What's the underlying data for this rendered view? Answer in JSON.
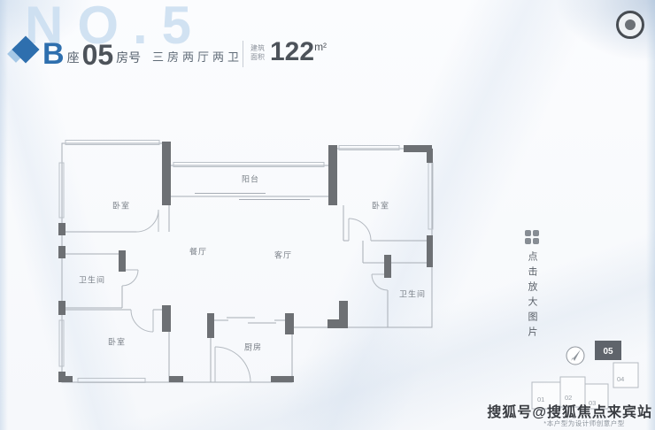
{
  "page": {
    "watermark_text": "NO.5",
    "sohu_watermark": "搜狐号@搜狐焦点来宾站"
  },
  "header": {
    "building_letter": "B",
    "building_suffix": "座",
    "unit_number": "05",
    "unit_suffix": "房号",
    "layout_desc": "三房两厅两卫",
    "area_label": "建筑面积",
    "area_value": "122",
    "area_unit": "m²",
    "accent_color": "#2e6fae"
  },
  "floorplan": {
    "rooms": [
      {
        "label": "阳台"
      },
      {
        "label": "卧室"
      },
      {
        "label": "卧室"
      },
      {
        "label": "餐厅"
      },
      {
        "label": "客厅"
      },
      {
        "label": "卫生间"
      },
      {
        "label": "卫生间"
      },
      {
        "label": "卧室"
      },
      {
        "label": "厨房"
      }
    ],
    "wall_color": "#6d7074",
    "line_color": "#a7adb5"
  },
  "zoom_control": {
    "label": "点击放大图片",
    "icon": "zoom-grid-icon"
  },
  "keyplan": {
    "highlighted_unit": "05",
    "units": [
      {
        "label": "01"
      },
      {
        "label": "02"
      },
      {
        "label": "03"
      },
      {
        "label": "04"
      }
    ],
    "compass_icon": "compass-icon",
    "note": "*本户型为设计师创意户型"
  }
}
